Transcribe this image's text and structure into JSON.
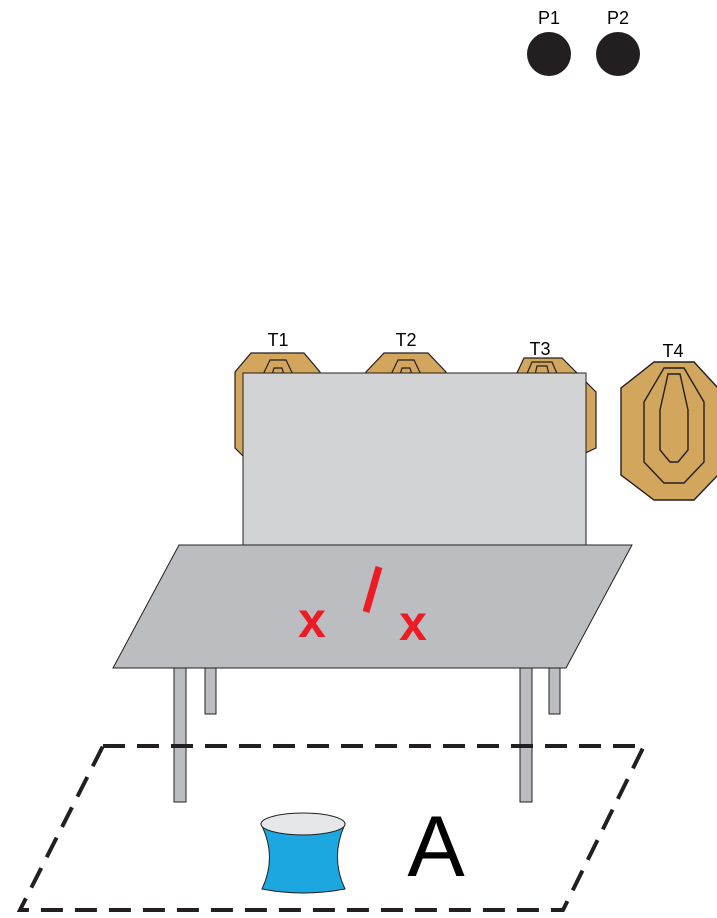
{
  "poppers": [
    {
      "label": "P1"
    },
    {
      "label": "P2"
    }
  ],
  "targets": [
    {
      "label": "T1"
    },
    {
      "label": "T2"
    },
    {
      "label": "T3"
    },
    {
      "label": "T4"
    }
  ],
  "table_marks": {
    "left_x": "x",
    "right_x": "x"
  },
  "shooting_area": {
    "label": "A"
  },
  "colors": {
    "popper": "#231f20",
    "target_fill": "#d2a65c",
    "target_stroke": "#231f20",
    "barricade": "#d2d3d5",
    "table_top": "#bcbdc0",
    "mark_red": "#ed1c24",
    "bucket": "#1ca7e1",
    "bucket_top": "#e6e7e8"
  }
}
